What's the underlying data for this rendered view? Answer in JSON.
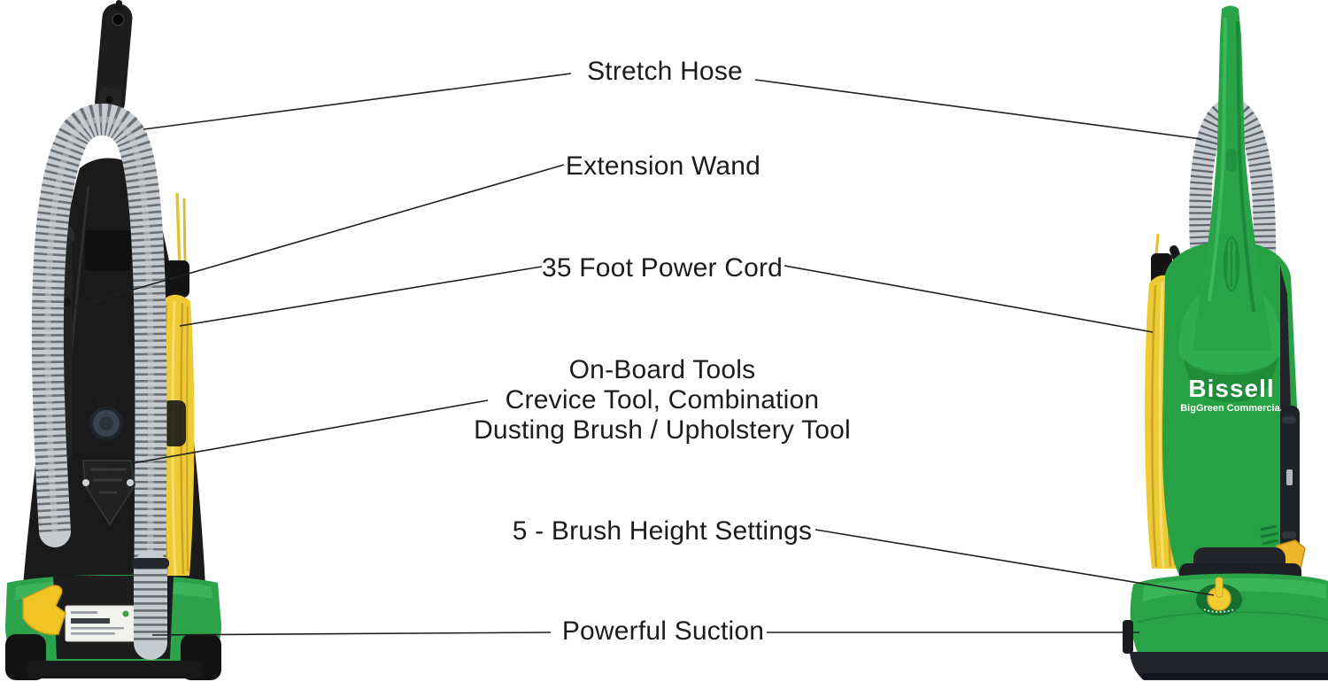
{
  "figure_type": "product-feature-diagram",
  "callouts": {
    "stretch_hose": "Stretch Hose",
    "extension_wand": "Extension Wand",
    "power_cord": "35 Foot Power Cord",
    "onboard_tools": {
      "line1": "On-Board Tools",
      "line2": "Crevice Tool, Combination",
      "line3": "Dusting Brush / Upholstery Tool"
    },
    "brush_height": "5 - Brush Height Settings",
    "powerful_suction": "Powerful Suction"
  },
  "brand": {
    "name": "Bissell",
    "tagline": "BigGreen Commercial"
  },
  "colors": {
    "background": "#ffffff",
    "callout_line": "#1f1f1f",
    "label_text": "#1c1c1c",
    "body_green": "#28a145",
    "base_green": "#2ca24a",
    "highlight_green": "#3db75b",
    "cord_yellow": "#eecb34",
    "knob_yellow": "#f2cd31",
    "vacuum_black": "#1a1a1a",
    "hose_silver": "#c3c8cd",
    "bumper_dark": "#23242c"
  }
}
